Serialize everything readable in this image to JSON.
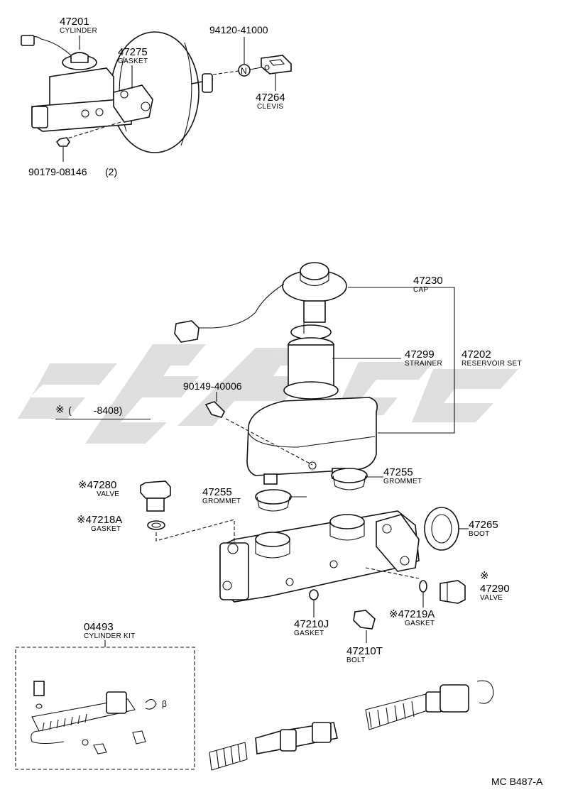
{
  "labels": {
    "p47201": {
      "num": "47201",
      "name": "CYLINDER"
    },
    "p47275": {
      "num": "47275",
      "name": "GASKET"
    },
    "p94120": {
      "num": "94120-41000"
    },
    "p47264": {
      "num": "47264",
      "name": "CLEVIS"
    },
    "p90179": {
      "num": "90179-08146",
      "qty": "(2)"
    },
    "p47230": {
      "num": "47230",
      "name": "CAP"
    },
    "p47299": {
      "num": "47299",
      "name": "STRAINER"
    },
    "p47202": {
      "num": "47202",
      "name": "RESERVOIR SET"
    },
    "p90149": {
      "num": "90149-40006"
    },
    "note": {
      "mark": "※",
      "text": "(        -8408)"
    },
    "p47280": {
      "num": "※47280",
      "name": "VALVE"
    },
    "p47218A": {
      "num": "※47218A",
      "name": "GASKET"
    },
    "p47255a": {
      "num": "47255",
      "name": "GROMMET"
    },
    "p47255b": {
      "num": "47255",
      "name": "GROMMET"
    },
    "p47265": {
      "num": "47265",
      "name": "BOOT"
    },
    "p47290": {
      "mark": "※",
      "num": "47290",
      "name": "VALVE"
    },
    "p47219A": {
      "num": "※47219A",
      "name": "GASKET"
    },
    "p47210J": {
      "num": "47210J",
      "name": "GASKET"
    },
    "p47210T": {
      "num": "47210T",
      "name": "BOLT"
    },
    "p04493": {
      "num": "04493",
      "name": "CYLINDER KIT"
    }
  },
  "diagram_code": "MC B487-A",
  "kit_small_mark": "β",
  "colors": {
    "line": "#111111",
    "watermark": "#d9d9d9",
    "background": "#ffffff"
  }
}
